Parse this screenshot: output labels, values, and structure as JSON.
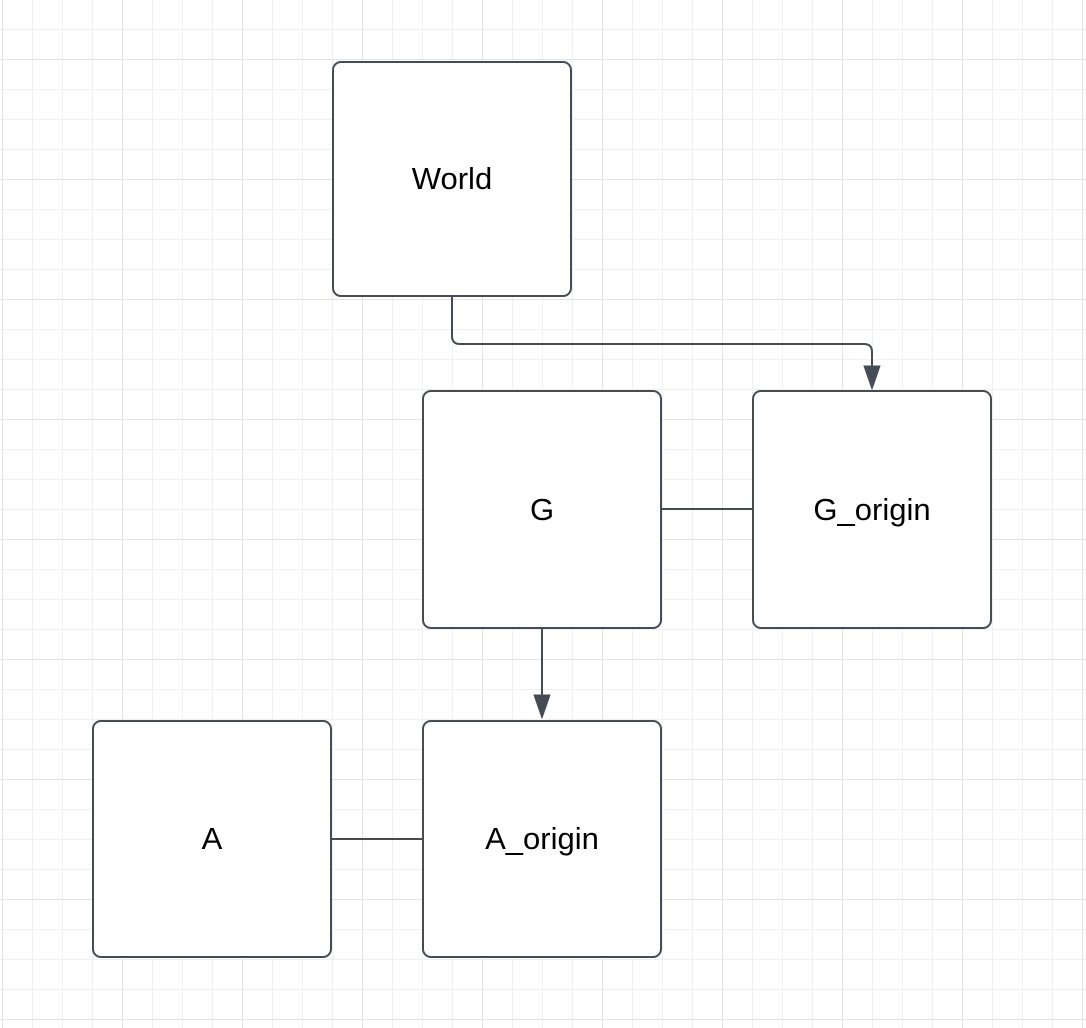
{
  "diagram": {
    "grid": "on",
    "nodes": [
      {
        "id": "world",
        "label": "World"
      },
      {
        "id": "g",
        "label": "G"
      },
      {
        "id": "g_origin",
        "label": "G_origin"
      },
      {
        "id": "a",
        "label": "A"
      },
      {
        "id": "a_origin",
        "label": "A_origin"
      }
    ],
    "edges": [
      {
        "from": "world",
        "to": "g_origin",
        "arrow": "target"
      },
      {
        "from": "g",
        "to": "g_origin",
        "arrow": "none"
      },
      {
        "from": "g",
        "to": "a_origin",
        "arrow": "target"
      },
      {
        "from": "a",
        "to": "a_origin",
        "arrow": "none"
      }
    ],
    "colors": {
      "canvas_background": "#ffffff",
      "grid_minor": "#f0f0f1",
      "grid_major": "#e4e4e6",
      "node_fill": "#ffffff",
      "node_border": "#454c55",
      "edge_stroke": "#454c55",
      "label_text": "#000000"
    }
  }
}
